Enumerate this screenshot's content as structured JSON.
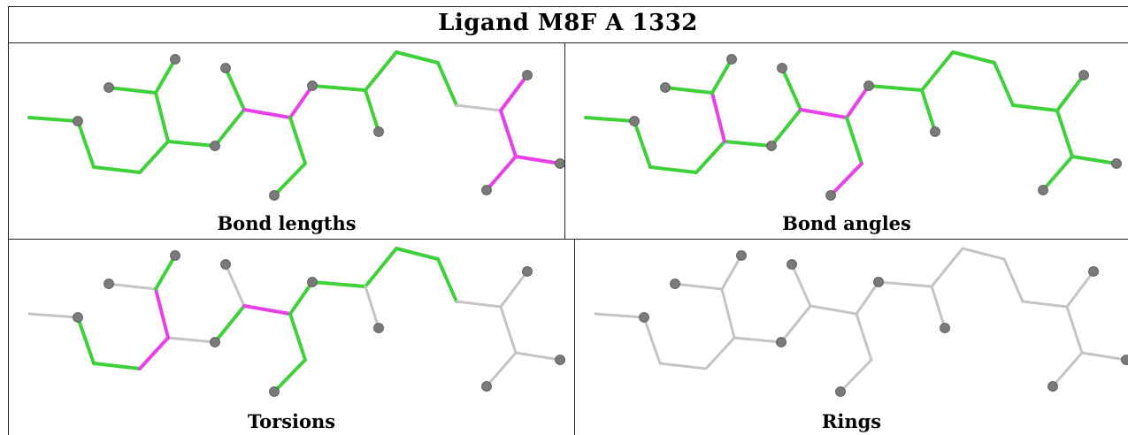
{
  "title": "Ligand M8F A 1332",
  "colors": {
    "good": "#3fd13a",
    "outlier": "#e640e6",
    "none": "#c4c4c4",
    "atom": "#7a7a7a",
    "border": "#222222"
  },
  "panels": [
    {
      "caption": "Bond lengths",
      "bonds": [
        "good",
        "good",
        "good",
        "good",
        "good",
        "good",
        "good",
        "good",
        "good",
        "good",
        "outlier",
        "outlier",
        "good",
        "good",
        "good",
        "good",
        "good",
        "good",
        "good",
        "none",
        "outlier",
        "outlier"
      ]
    },
    {
      "caption": "Bond angles",
      "bonds": [
        "good",
        "good",
        "good",
        "good",
        "good",
        "outlier",
        "good",
        "good",
        "good",
        "good",
        "outlier",
        "outlier",
        "good",
        "outlier",
        "good",
        "good",
        "good",
        "good",
        "good",
        "good",
        "good",
        "good"
      ]
    },
    {
      "caption": "Torsions",
      "bonds": [
        "none",
        "good",
        "good",
        "outlier",
        "none",
        "outlier",
        "none",
        "good",
        "good",
        "none",
        "outlier",
        "good",
        "good",
        "good",
        "good",
        "good",
        "none",
        "good",
        "good",
        "none",
        "none",
        "none"
      ]
    },
    {
      "caption": "Rings",
      "bonds": [
        "none",
        "none",
        "none",
        "none",
        "none",
        "none",
        "none",
        "none",
        "none",
        "none",
        "none",
        "none",
        "none",
        "none",
        "none",
        "none",
        "none",
        "none",
        "none",
        "none",
        "none",
        "none"
      ]
    }
  ]
}
